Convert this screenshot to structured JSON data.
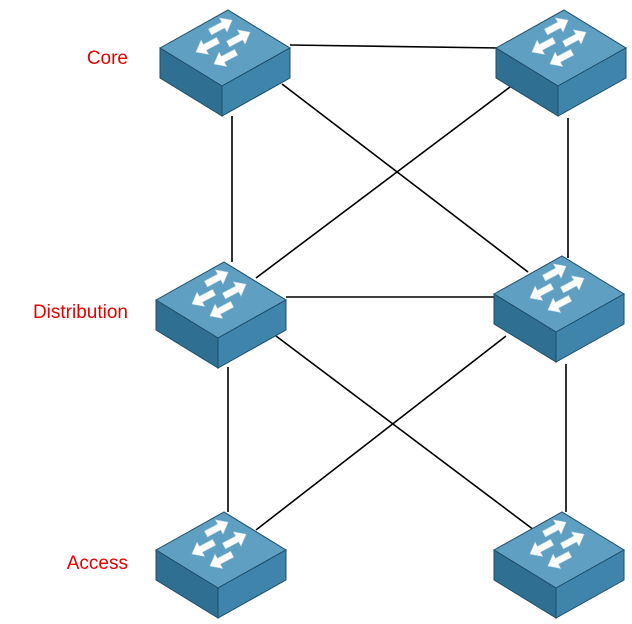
{
  "diagram": {
    "label_color": "#e60000",
    "link_color": "#000000",
    "switch_colors": {
      "top": "#5e9fc2",
      "left": "#2f6f92",
      "right": "#3f85ab",
      "edge": "#1e4e6a",
      "arrow": "#ffffff"
    },
    "tiers": [
      {
        "id": "core",
        "label": "Core"
      },
      {
        "id": "distribution",
        "label": "Distribution"
      },
      {
        "id": "access",
        "label": "Access"
      }
    ],
    "switches": [
      {
        "id": "core-left",
        "tier": "core",
        "icon": "switch-icon"
      },
      {
        "id": "core-right",
        "tier": "core",
        "icon": "switch-icon"
      },
      {
        "id": "distribution-left",
        "tier": "distribution",
        "icon": "switch-icon"
      },
      {
        "id": "distribution-right",
        "tier": "distribution",
        "icon": "switch-icon"
      },
      {
        "id": "access-left",
        "tier": "access",
        "icon": "switch-icon"
      },
      {
        "id": "access-right",
        "tier": "access",
        "icon": "switch-icon"
      }
    ],
    "links": [
      {
        "from": "core-left",
        "to": "core-right"
      },
      {
        "from": "core-left",
        "to": "distribution-left"
      },
      {
        "from": "core-left",
        "to": "distribution-right"
      },
      {
        "from": "core-right",
        "to": "distribution-left"
      },
      {
        "from": "core-right",
        "to": "distribution-right"
      },
      {
        "from": "distribution-left",
        "to": "distribution-right"
      },
      {
        "from": "distribution-left",
        "to": "access-left"
      },
      {
        "from": "distribution-left",
        "to": "access-right"
      },
      {
        "from": "distribution-right",
        "to": "access-left"
      },
      {
        "from": "distribution-right",
        "to": "access-right"
      }
    ]
  }
}
